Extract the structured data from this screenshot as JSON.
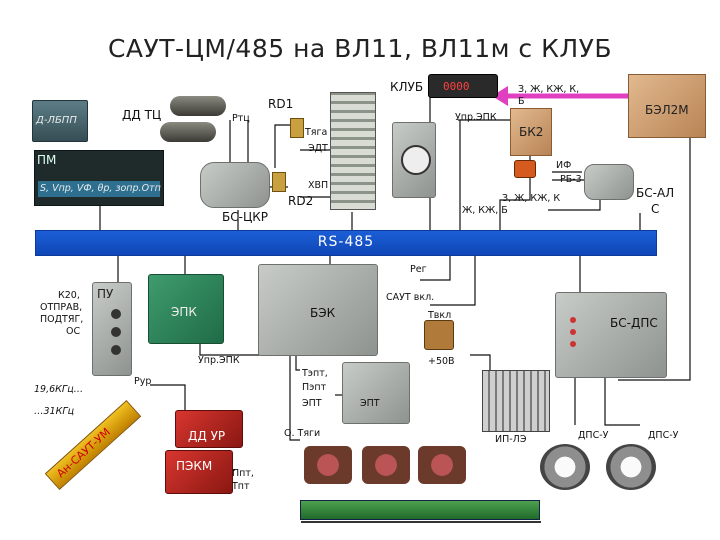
{
  "title": "САУТ-ЦМ/485 на ВЛ11, ВЛ11м с КЛУБ",
  "bus_label": "RS-485",
  "devices": {
    "d_lbpp": "Д-ЛБПП",
    "pm": "ПМ",
    "pm_screen": "S, Vпр, VФ, θр, зопр.Отп",
    "dd_tc": "ДД ТЦ",
    "rtc": "Ртц",
    "rd1": "RD1",
    "rd2": "RD2",
    "bs_ckr": "БС-ЦКР",
    "tyaga": "Тяга",
    "edt": "ЭДТ",
    "hvp": "ХВП",
    "klub": "КЛУБ",
    "klub_display": "0000",
    "bk2": "БК2",
    "bel2m": "БЭЛ2М",
    "bs_al_1": "БС-АЛ",
    "bs_al_2": "С",
    "bek": "БЭК",
    "epk": "ЭПК",
    "pu": "ПУ",
    "bs_dps": "БС-ДПС",
    "ept": "ЭПТ",
    "dd_ur": "ДД УР",
    "pekm": "ПЭКМ",
    "ip_le": "ИП-ЛЭ",
    "dps_u1": "ДПС-У",
    "dps_u2": "ДПС-У",
    "avsaut": "Ан-САУТ-УМ"
  },
  "signals": {
    "upr_epk_top": "Упр.ЭПК",
    "zh_kk_k_top_1": "З, Ж, КЖ, К,",
    "zh_kk_k_top_2": "Б",
    "if": "ИФ",
    "rb3": "РБ-3",
    "z_zh_kzh_k": "З, Ж, КЖ, К",
    "zh_kzh_b": "Ж, КЖ, Б",
    "reg": "Рег",
    "saut_vkl": "САУТ вкл.",
    "tvkl": "Твкл",
    "plus50v": "+50В",
    "k20_1": "К20,",
    "k20_2": "ОТПРАВ,",
    "k20_3": "ПОДТЯГ,",
    "k20_4": "ОС",
    "rur": "Рур",
    "freq_1": "19,6КГц…",
    "freq_2": "…31КГц",
    "upr_epk_bot": "Упр.ЭПК",
    "tept_1": "Тэпт,",
    "tept_2": "Пэпт",
    "ept_small": "ЭПТ",
    "o_tyagi": "О. Тяги",
    "ppt_1": "Ппт,",
    "ppt_2": "Тпт"
  },
  "colors": {
    "bus": "#1450c4",
    "arrow": "#e040c0",
    "wire": "#111111"
  }
}
